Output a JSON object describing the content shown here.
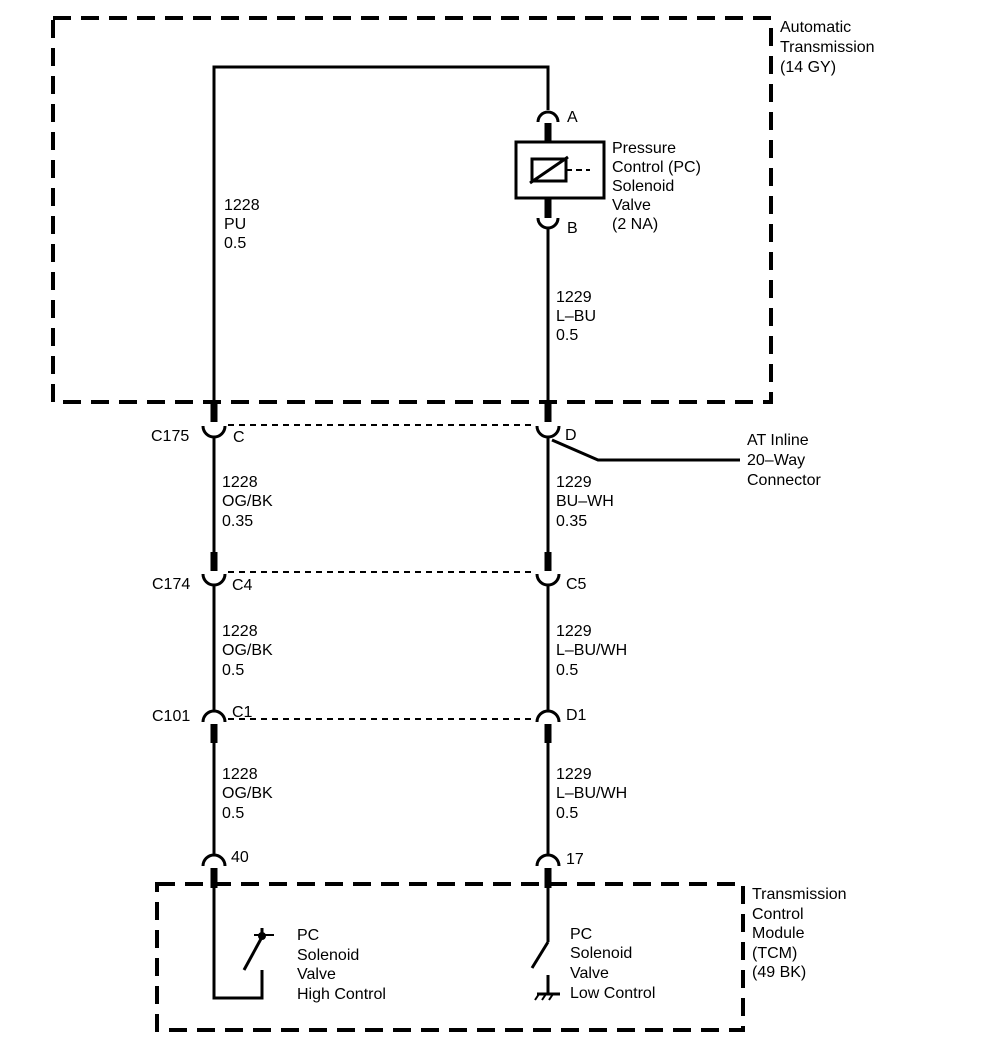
{
  "modules": {
    "transmission": {
      "lines": [
        "Automatic",
        "Transmission",
        "(14 GY)"
      ]
    },
    "tcm": {
      "lines": [
        "Transmission",
        "Control",
        "Module",
        "(TCM)",
        "(49 BK)"
      ]
    }
  },
  "solenoid": {
    "lines": [
      "Pressure",
      "Control (PC)",
      "Solenoid",
      "Valve",
      "(2 NA)"
    ],
    "pin_top": "A",
    "pin_bottom": "B"
  },
  "connectors": {
    "c175": {
      "name": "C175",
      "left_pin": "C",
      "right_pin": "D"
    },
    "c174": {
      "name": "C174",
      "left_pin": "C4",
      "right_pin": "C5"
    },
    "c101": {
      "name": "C101",
      "left_pin": "C1",
      "right_pin": "D1"
    },
    "tcm_pins": {
      "left_pin": "40",
      "right_pin": "17"
    },
    "inline_label": [
      "AT Inline",
      "20–Way",
      "Connector"
    ]
  },
  "wires": {
    "left_top": [
      "1228",
      "PU",
      "0.5"
    ],
    "right_top": [
      "1229",
      "L–BU",
      "0.5"
    ],
    "left_2": [
      "1228",
      "OG/BK",
      "0.35"
    ],
    "right_2": [
      "1229",
      "BU–WH",
      "0.35"
    ],
    "left_3": [
      "1228",
      "OG/BK",
      "0.5"
    ],
    "right_3": [
      "1229",
      "L–BU/WH",
      "0.5"
    ],
    "left_4": [
      "1228",
      "OG/BK",
      "0.5"
    ],
    "right_4": [
      "1229",
      "L–BU/WH",
      "0.5"
    ]
  },
  "tcm_drivers": {
    "high": [
      "PC",
      "Solenoid",
      "Valve",
      "High Control"
    ],
    "low": [
      "PC",
      "Solenoid",
      "Valve",
      "Low Control"
    ]
  }
}
